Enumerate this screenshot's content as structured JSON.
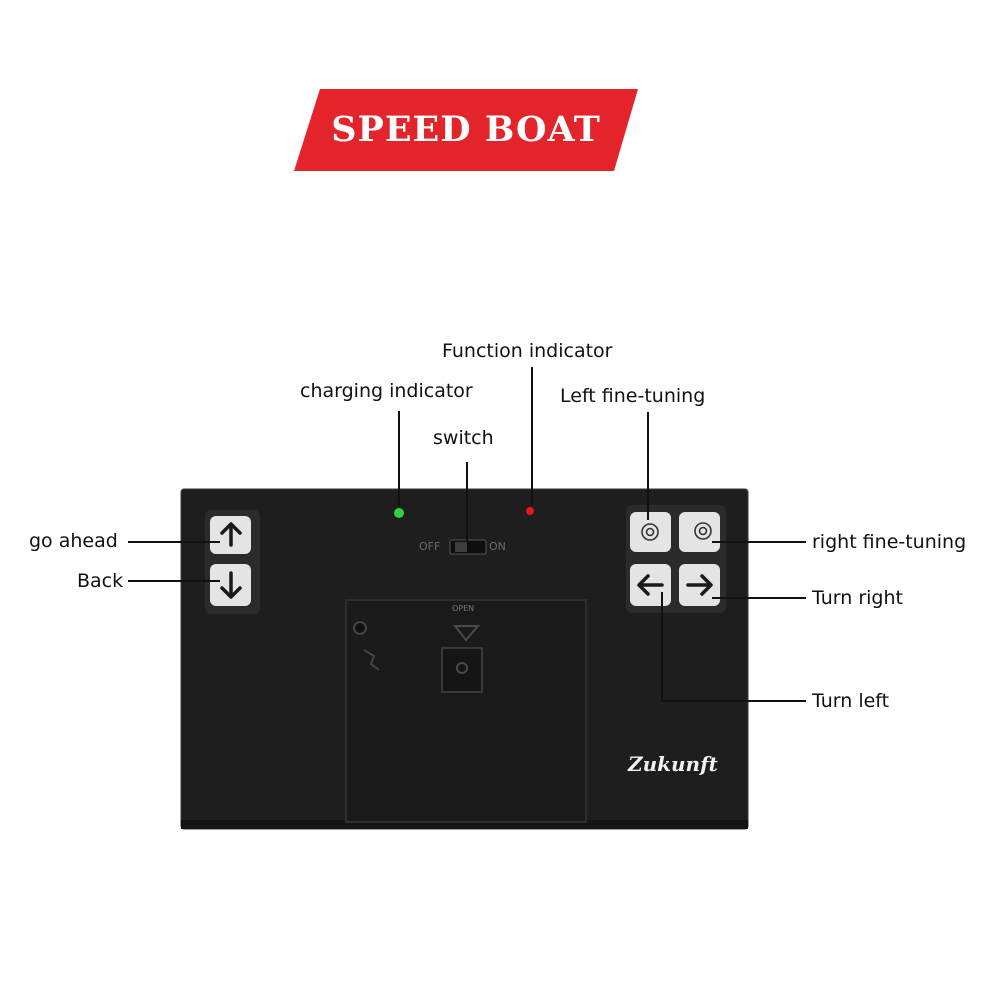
{
  "banner": {
    "title": "SPEED BOAT",
    "color": "#e3242b"
  },
  "controller": {
    "switch_off": "OFF",
    "switch_on": "ON",
    "battery_cover": "OPEN",
    "brand": "Zukunft",
    "body_color": "#1e1e1e",
    "button_color": "#e4e4e4",
    "green_led": "#2fd23a",
    "red_led": "#e21a1a"
  },
  "labels": {
    "function_indicator": "Function indicator",
    "charging_indicator": "charging indicator",
    "left_fine_tuning": "Left fine-tuning",
    "switch": "switch",
    "go_ahead": "go ahead",
    "back": "Back",
    "right_fine_tuning": "right fine-tuning",
    "turn_right": "Turn right",
    "turn_left": "Turn left"
  },
  "icons": [
    "arrow-up-icon",
    "arrow-down-icon",
    "arrow-left-icon",
    "arrow-right-icon",
    "trim-dial-icon"
  ]
}
